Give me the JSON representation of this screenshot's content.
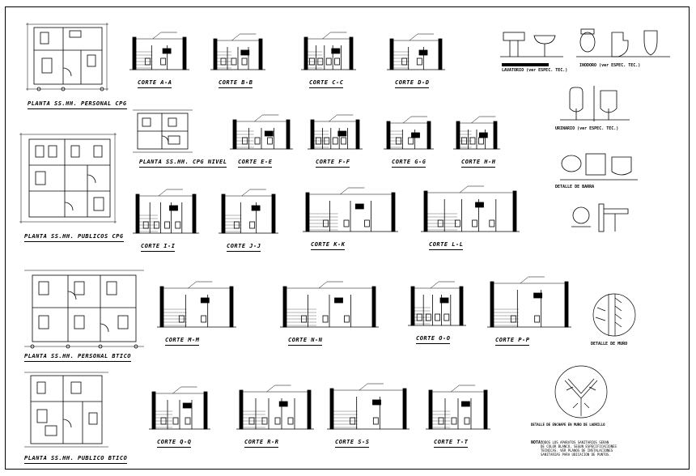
{
  "sheet": {
    "plans": [
      {
        "key": "plan1",
        "label": "PLANTA SS.HH. PERSONAL CPG"
      },
      {
        "key": "plan2",
        "label": "PLANTA SS.HH. PUBLICOS CPG"
      },
      {
        "key": "plan3",
        "label": "PLANTA SS.HH. PERSONAL BTICO"
      },
      {
        "key": "plan4",
        "label": "PLANTA SS.HH. PUBLICO BTICO"
      },
      {
        "key": "plan5",
        "label": "PLANTA SS.HH. CPG NIVEL"
      }
    ],
    "sections": [
      {
        "key": "s_aa",
        "label": "CORTE A-A"
      },
      {
        "key": "s_bb",
        "label": "CORTE B-B"
      },
      {
        "key": "s_cc",
        "label": "CORTE C-C"
      },
      {
        "key": "s_dd",
        "label": "CORTE D-D"
      },
      {
        "key": "s_ee",
        "label": "CORTE E-E"
      },
      {
        "key": "s_ff",
        "label": "CORTE F-F"
      },
      {
        "key": "s_gg",
        "label": "CORTE G-G"
      },
      {
        "key": "s_hh",
        "label": "CORTE H-H"
      },
      {
        "key": "s_ii",
        "label": "CORTE I-I"
      },
      {
        "key": "s_jj",
        "label": "CORTE J-J"
      },
      {
        "key": "s_kk",
        "label": "CORTE K-K"
      },
      {
        "key": "s_ll",
        "label": "CORTE L-L"
      },
      {
        "key": "s_mm",
        "label": "CORTE M-M"
      },
      {
        "key": "s_nn",
        "label": "CORTE N-N"
      },
      {
        "key": "s_oo",
        "label": "CORTE O-O"
      },
      {
        "key": "s_pp",
        "label": "CORTE P-P"
      },
      {
        "key": "s_qq",
        "label": "CORTE Q-Q"
      },
      {
        "key": "s_rr",
        "label": "CORTE R-R"
      },
      {
        "key": "s_ss",
        "label": "CORTE S-S"
      },
      {
        "key": "s_tt",
        "label": "CORTE T-T"
      }
    ],
    "details": {
      "urinal_title": "URINARIO (ver ESPEC. TEC.)",
      "lavatory_title": "LAVATORIO (ver ESPEC. TEC.)",
      "inodoro_title": "INODORO (ver ESPEC. TEC.)",
      "extra_title": "DETALLE DE BARRA",
      "wall_detail": "DETALLE DE MURO",
      "tile_detail": "DETALLE DE ENCHAPE EN MURO DE LADRILLO",
      "notes_title": "NOTA:",
      "notes_body": "TODOS LOS APARATOS SANITARIOS SERAN\nDE COLOR BLANCO, SEGUN ESPECIFICACIONES\nTECNICAS. VER PLANOS DE INSTALACIONES\nSANITARIAS PARA UBICACION DE PUNTOS."
    }
  }
}
